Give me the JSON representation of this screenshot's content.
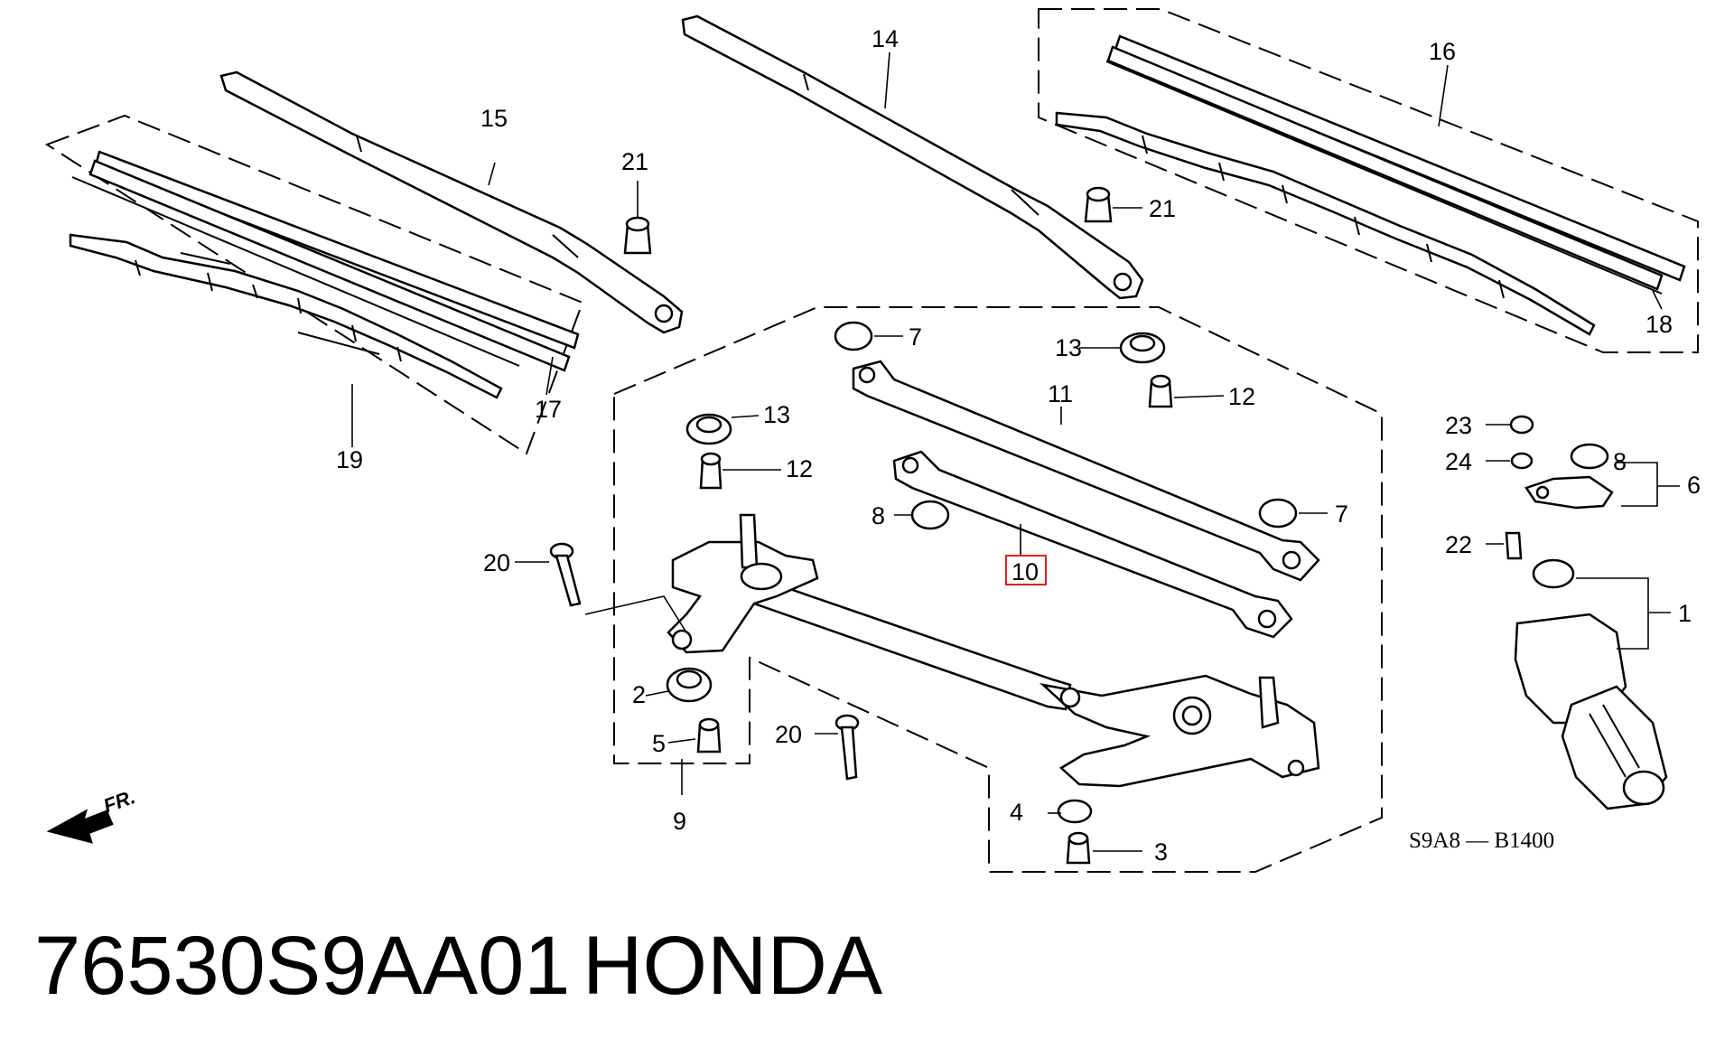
{
  "diagram": {
    "callouts": {
      "p1": "1",
      "p2": "2",
      "p3": "3",
      "p4": "4",
      "p5": "5",
      "p6": "6",
      "p7a": "7",
      "p7b": "7",
      "p8a": "8",
      "p8b": "8",
      "p9": "9",
      "p10": "10",
      "p11": "11",
      "p12a": "12",
      "p12b": "12",
      "p13a": "13",
      "p13b": "13",
      "p14": "14",
      "p15": "15",
      "p16": "16",
      "p17": "17",
      "p18": "18",
      "p19": "19",
      "p20a": "20",
      "p20b": "20",
      "p21a": "21",
      "p21b": "21",
      "p22": "22",
      "p23": "23",
      "p24": "24"
    },
    "diagram_code": "S9A8 — B1400",
    "front_label": "FR.",
    "highlight_color": "#e02020"
  },
  "caption": {
    "part_number": "76530S9AA01",
    "brand": "HONDA"
  }
}
